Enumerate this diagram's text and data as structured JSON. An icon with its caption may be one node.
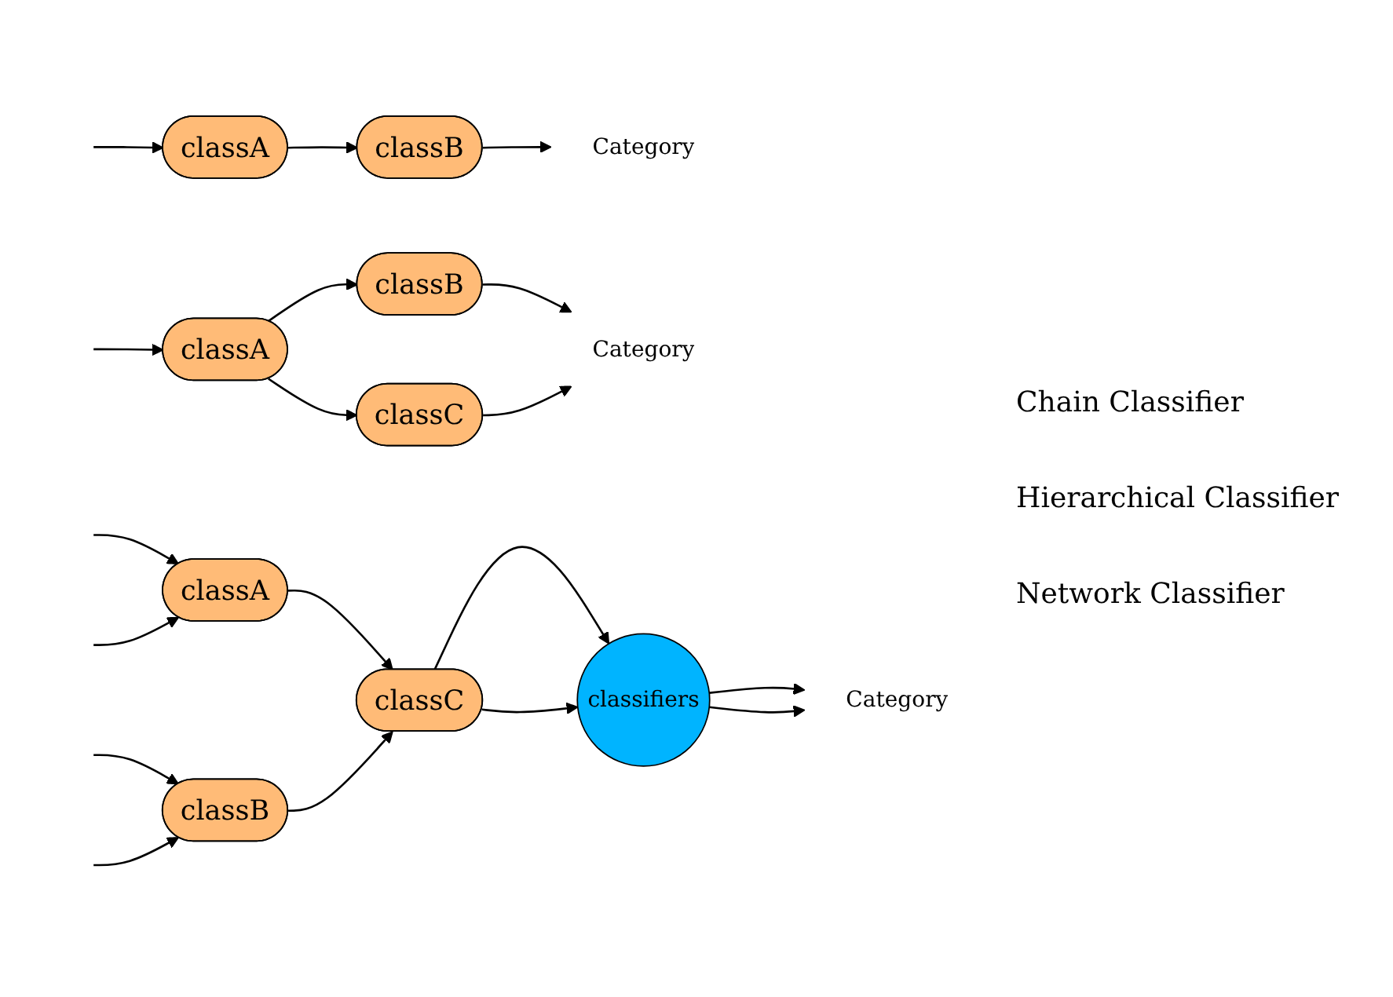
{
  "diagram": {
    "nodes": [
      {
        "text": [
          "classA"
        ]
      },
      {
        "text": [
          "classB"
        ]
      },
      {
        "text": [
          "Category"
        ]
      },
      {
        "text": [
          "classA"
        ]
      },
      {
        "text": [
          "classB"
        ]
      },
      {
        "text": [
          "classC"
        ]
      },
      {
        "text": [
          "Category"
        ]
      },
      {
        "text": [
          "classA"
        ]
      },
      {
        "text": [
          "classB"
        ]
      },
      {
        "text": [
          "classC"
        ]
      },
      {
        "text": [
          "classifiers"
        ]
      },
      {
        "text": [
          "Category"
        ]
      }
    ],
    "edges": [
      {
        "from": null,
        "to": 0,
        "arrow": "to"
      },
      {
        "from": 0,
        "to": 1,
        "arrow": "to"
      },
      {
        "from": 1,
        "to": 2,
        "arrow": "to"
      },
      {
        "from": null,
        "to": 3,
        "arrow": "to"
      },
      {
        "from": 3,
        "to": 4,
        "arrow": "to"
      },
      {
        "from": 3,
        "to": 5,
        "arrow": "to"
      },
      {
        "from": 4,
        "to": 6,
        "arrow": "to"
      },
      {
        "from": 5,
        "to": 6,
        "arrow": "to"
      },
      {
        "from": null,
        "to": 7,
        "arrow": "to"
      },
      {
        "from": null,
        "to": 7,
        "arrow": "to"
      },
      {
        "from": null,
        "to": 8,
        "arrow": "to"
      },
      {
        "from": null,
        "to": 8,
        "arrow": "to"
      },
      {
        "from": 7,
        "to": 9,
        "arrow": "to"
      },
      {
        "from": 8,
        "to": 9,
        "arrow": "to"
      },
      {
        "from": 9,
        "to": 10,
        "arrow": "to"
      },
      {
        "from": 9,
        "to": 10,
        "arrow": "to"
      },
      {
        "from": 10,
        "to": 11,
        "arrow": "to"
      },
      {
        "from": 10,
        "to": 11,
        "arrow": "to"
      }
    ],
    "labels": [
      "Chain Classifier",
      "Hierarchical Classifier",
      "Network Classifier"
    ]
  }
}
